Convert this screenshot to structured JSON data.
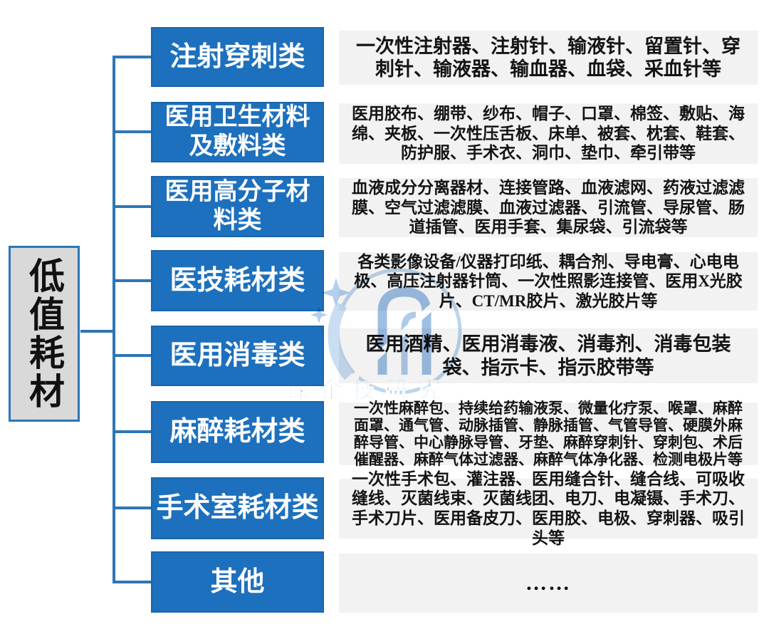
{
  "root": {
    "label": "低值耗材"
  },
  "colors": {
    "category_bg": "#1d70bd",
    "category_text": "#ffffff",
    "desc_bg": "#f2f2f2",
    "root_bg": "#d9d9d9",
    "root_border": "#2e75b6",
    "connector_line": "#2e75b6",
    "watermark_blue": "#9cc2e6"
  },
  "watermark": {
    "text": "深企技研究"
  },
  "rows": [
    {
      "label": "注射穿刺类",
      "items": "一次性注射器、注射针、输液针、留置针、穿刺针、输液器、输血器、血袋、采血针等"
    },
    {
      "label": "医用卫生材料及敷料类",
      "items": "医用胶布、绷带、纱布、帽子、口罩、棉签、敷贴、海绵、夹板、一次性压舌板、床单、被套、枕套、鞋套、防护服、手术衣、洞巾、垫巾、牵引带等"
    },
    {
      "label": "医用高分子材料类",
      "items": "血液成分分离器材、连接管路、血液滤网、药液过滤滤膜、空气过滤滤膜、血液过滤器、引流管、导尿管、肠道插管、医用手套、集尿袋、引流袋等"
    },
    {
      "label": "医技耗材类",
      "items": "各类影像设备/仪器打印纸、耦合剂、导电膏、心电电极、高压注射器针筒、一次性照影连接管、医用X光胶片、CT/MR胶片、激光胶片等"
    },
    {
      "label": "医用消毒类",
      "items": "医用酒精、医用消毒液、消毒剂、消毒包装袋、指示卡、指示胶带等"
    },
    {
      "label": "麻醉耗材类",
      "items": "一次性麻醉包、持续给药输液泵、微量化疗泵、喉罩、麻醉面罩、通气管、动脉插管、静脉插管、气管导管、硬膜外麻醉导管、中心静脉导管、牙垫、麻醉穿刺针、穿刺包、术后催醒器、麻醉气体过滤器、麻醉气体净化器、检测电极片等"
    },
    {
      "label": "手术室耗材类",
      "items": "一次性手术包、灌注器、医用缝合针、缝合线、可吸收缝线、灭菌线束、灭菌线团、电刀、电凝镊、手术刀、手术刀片、医用备皮刀、医用胶、电极、穿刺器、吸引头等"
    },
    {
      "label": "其他",
      "items": "……"
    }
  ]
}
